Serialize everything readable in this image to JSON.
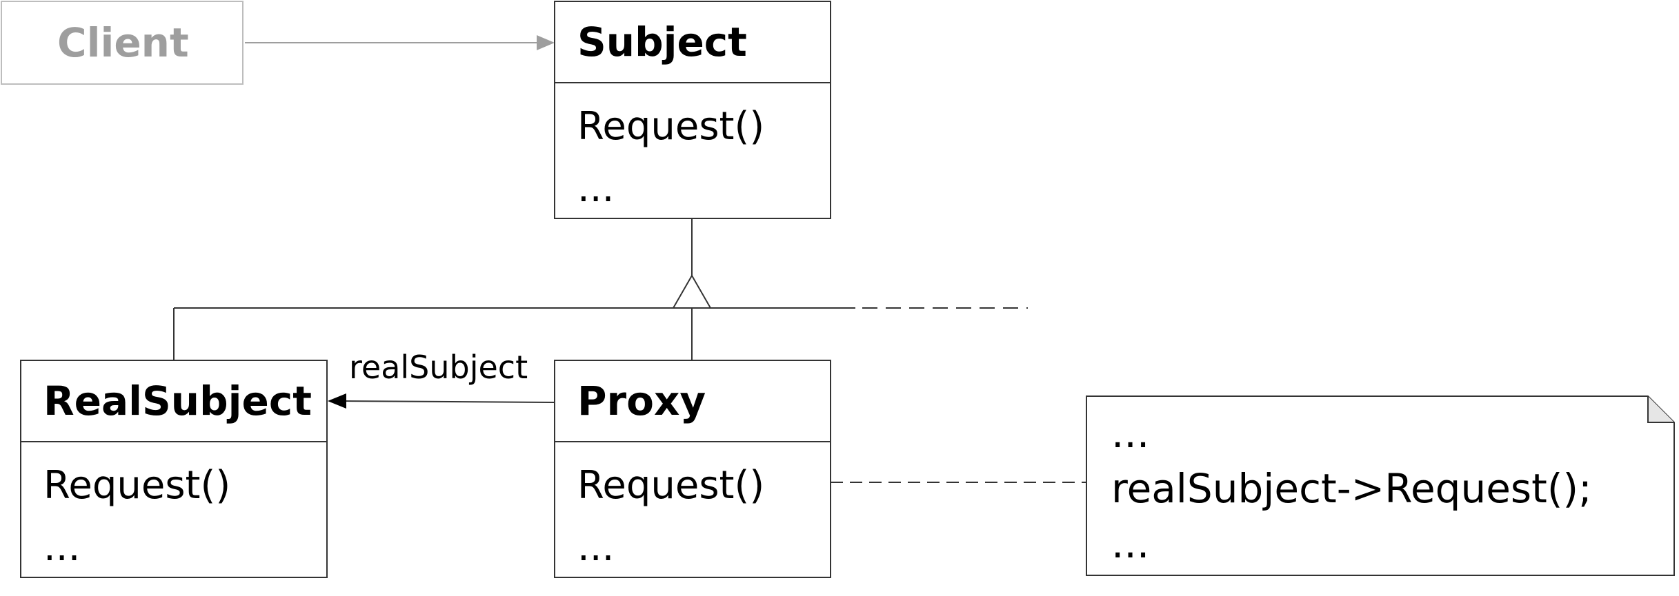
{
  "client": {
    "name": "Client"
  },
  "subject": {
    "name": "Subject",
    "operations": [
      "Request()",
      "..."
    ]
  },
  "real_subject": {
    "name": "RealSubject",
    "operations": [
      "Request()",
      "..."
    ]
  },
  "proxy": {
    "name": "Proxy",
    "operations": [
      "Request()",
      "..."
    ]
  },
  "association_label": "realSubject",
  "note": {
    "lines": [
      "...",
      "realSubject->Request();",
      "..."
    ]
  },
  "colors": {
    "line": "#333333",
    "client": "#9e9e9e",
    "client_border": "#bdbdbd"
  }
}
